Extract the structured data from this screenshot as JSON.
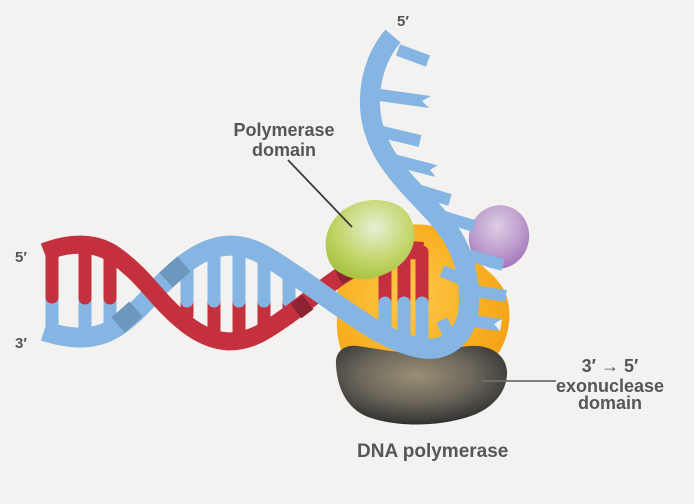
{
  "figure": {
    "title": "DNA polymerase diagram",
    "background_color": "#f3f2f0",
    "labels": {
      "template_5prime": "5′",
      "helix_5prime": "5′",
      "helix_3prime": "3′",
      "polymerase_domain_line1": "Polymerase",
      "polymerase_domain_line2": "domain",
      "exonuclease_line1": "3′ → 5′",
      "exonuclease_line2": "exonuclease",
      "exonuclease_line3": "domain",
      "caption": "DNA polymerase"
    },
    "colors": {
      "dna_strand_blue": "#85b5e2",
      "dna_strand_blue_shadow": "#6d97bc",
      "dna_strand_red": "#c5303e",
      "dna_strand_red_shadow": "#8c2433",
      "polymerase_body_orange": "#f6a415",
      "polymerase_domain_green": "#b5cc51",
      "exonuclease_domain_dark": "#2a2a27",
      "accessory_domain_purple": "#a678be",
      "label_text": "#54565a",
      "leader_line": "#555555"
    }
  }
}
